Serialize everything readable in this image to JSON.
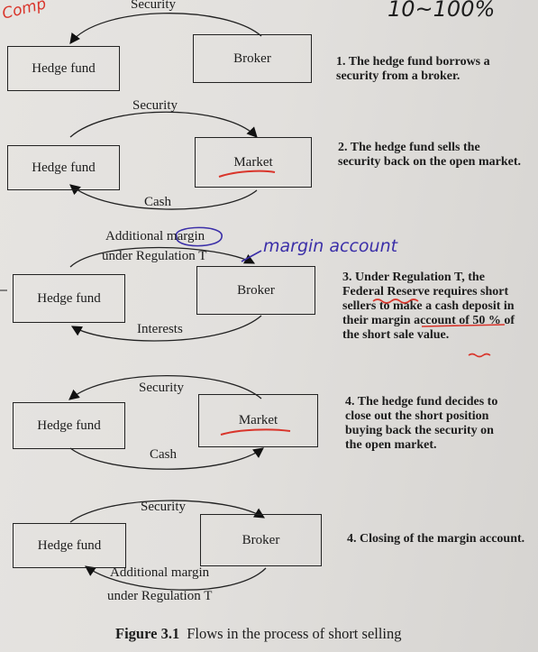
{
  "figure": {
    "label": "Figure 3.1",
    "title": "Flows in the process of short selling"
  },
  "panels": [
    {
      "left_box": "Hedge fund",
      "right_box": "Broker",
      "top_flow": "Security",
      "step_lines": [
        "1. The hedge fund borrows a",
        "security from a broker."
      ]
    },
    {
      "left_box": "Hedge fund",
      "right_box": "Market",
      "top_flow": "Security",
      "bottom_flow": "Cash",
      "step_lines": [
        "2. The hedge fund sells the",
        "security back on the open market."
      ]
    },
    {
      "left_box": "Hedge fund",
      "right_box": "Broker",
      "top_flow_lines": [
        "Additional margin",
        "under Regulation T"
      ],
      "bottom_flow": "Interests",
      "step_lines": [
        "3. Under Regulation T, the",
        "Federal Reserve requires short",
        "sellers to make a cash deposit in",
        "their margin account of 50 % of",
        "the short sale value."
      ]
    },
    {
      "left_box": "Hedge fund",
      "right_box": "Market",
      "top_flow": "Security",
      "bottom_flow": "Cash",
      "step_lines": [
        "4. The hedge fund decides to",
        "close out the short position",
        "buying back the security on",
        "the open market."
      ]
    },
    {
      "left_box": "Hedge fund",
      "right_box": "Broker",
      "top_flow": "Security",
      "bottom_flow_lines": [
        "Additional margin",
        "under Regulation T"
      ],
      "step_lines": [
        "4. Closing of the margin account."
      ]
    }
  ],
  "handwriting": {
    "top_left": "Comp",
    "top_right": "10~100%",
    "note": "margin account"
  },
  "colors": {
    "ink": "#1d1d1d",
    "red_pen": "#d9352b",
    "blue_pen": "#3b2fa8"
  }
}
